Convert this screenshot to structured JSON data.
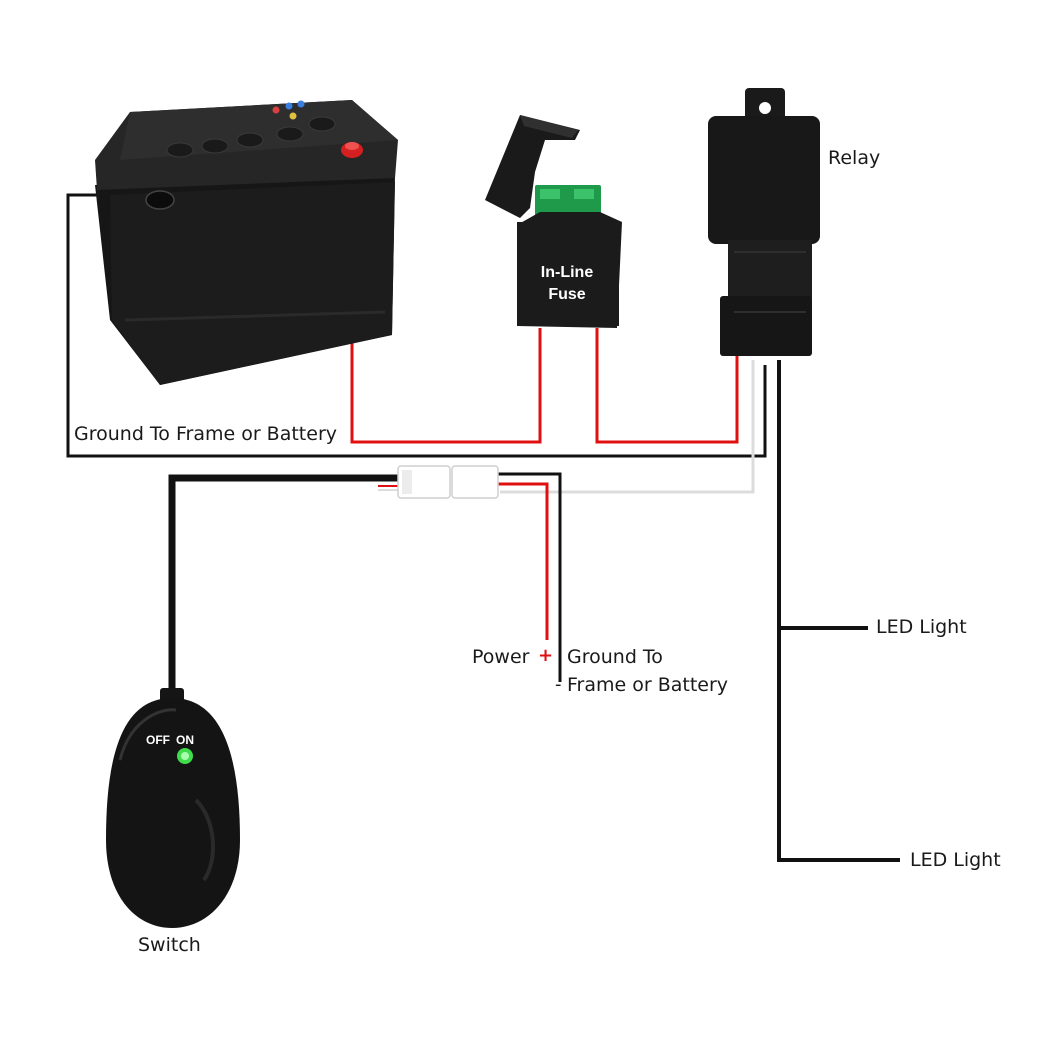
{
  "labels": {
    "relay": "Relay",
    "fuse": "In-Line Fuse",
    "ground_top": "Ground To Frame or Battery",
    "power": "Power",
    "power_sign": "+",
    "ground_mid_line1": "Ground To",
    "ground_mid_line2": "Frame or Battery",
    "ground_sign": "-",
    "led_light_1": "LED Light",
    "led_light_2": "LED Light",
    "switch": "Switch",
    "switch_off": "OFF",
    "switch_on": "ON"
  },
  "colors": {
    "power_wire": "#e01010",
    "ground_wire": "#111111",
    "signal_wire": "#dcdcdc",
    "component_body": "#1b1b1b",
    "fuse_blade": "#1f9a4a",
    "indicator_led": "#3fdc4c"
  }
}
